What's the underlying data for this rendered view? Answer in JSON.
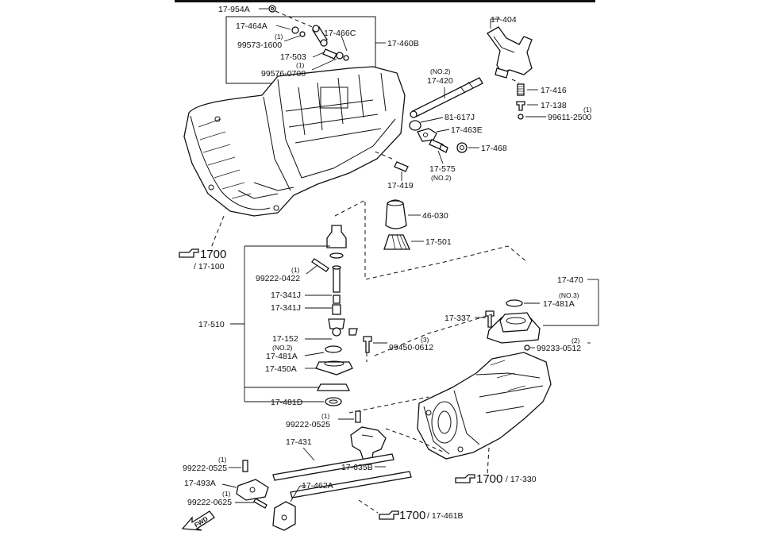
{
  "labels": {
    "p17_954A": "17-954A",
    "p17_464A": "17-464A",
    "p99573_q": "(1)",
    "p99573": "99573-1600",
    "p17_466C": "17-466C",
    "p17_460B": "17-460B",
    "p17_503": "17-503",
    "p99576_q": "(1)",
    "p99576": "99576-0700",
    "p17_404": "17-404",
    "p17_420_no": "(NO.2)",
    "p17_420": "17-420",
    "p17_416": "17-416",
    "p17_138": "17-138",
    "p99611_q": "(1)",
    "p99611": "99611-2500",
    "p81_617J": "81-617J",
    "p17_463E": "17-463E",
    "p17_468": "17-468",
    "p17_575": "17-575",
    "p17_575_no": "(NO.2)",
    "p17_419": "17-419",
    "p46_030": "46-030",
    "p17_501": "17-501",
    "ref1700_a": "1700",
    "ref17_100": "/ 17-100",
    "p99222_0422_q": "(1)",
    "p99222_0422": "99222-0422",
    "p17_341J_a": "17-341J",
    "p17_341J_b": "17-341J",
    "p17_510": "17-510",
    "p17_152": "17-152",
    "p17_481A_no": "(NO.2)",
    "p17_481A": "17-481A",
    "p99450_q": "(3)",
    "p99450": "99450-0612",
    "p17_450A": "17-450A",
    "p17_481D": "17-481D",
    "p17_470": "17-470",
    "p17_481A2_no": "(NO.3)",
    "p17_481A2": "17-481A",
    "p17_337": "17-337",
    "p99233_q": "(2)",
    "p99233": "99233-0512",
    "p99222_0525a_q": "(1)",
    "p99222_0525a": "99222-0525",
    "p17_431": "17-431",
    "p99222_0525b_q": "(1)",
    "p99222_0525b": "99222-0525",
    "p17_635B": "17-635B",
    "ref1700_b": "1700",
    "ref17_330": "/ 17-330",
    "p17_493A": "17-493A",
    "p17_462A": "17-462A",
    "p99222_0625_q": "(1)",
    "p99222_0625": "99222-0625",
    "ref1700_c": "1700",
    "ref17_461B": "/ 17-461B",
    "fwd": "FWD"
  },
  "colors": {
    "line": "#111111",
    "paper": "#ffffff"
  },
  "icons": [
    "hand-pointer-icon",
    "fwd-arrow-icon"
  ]
}
